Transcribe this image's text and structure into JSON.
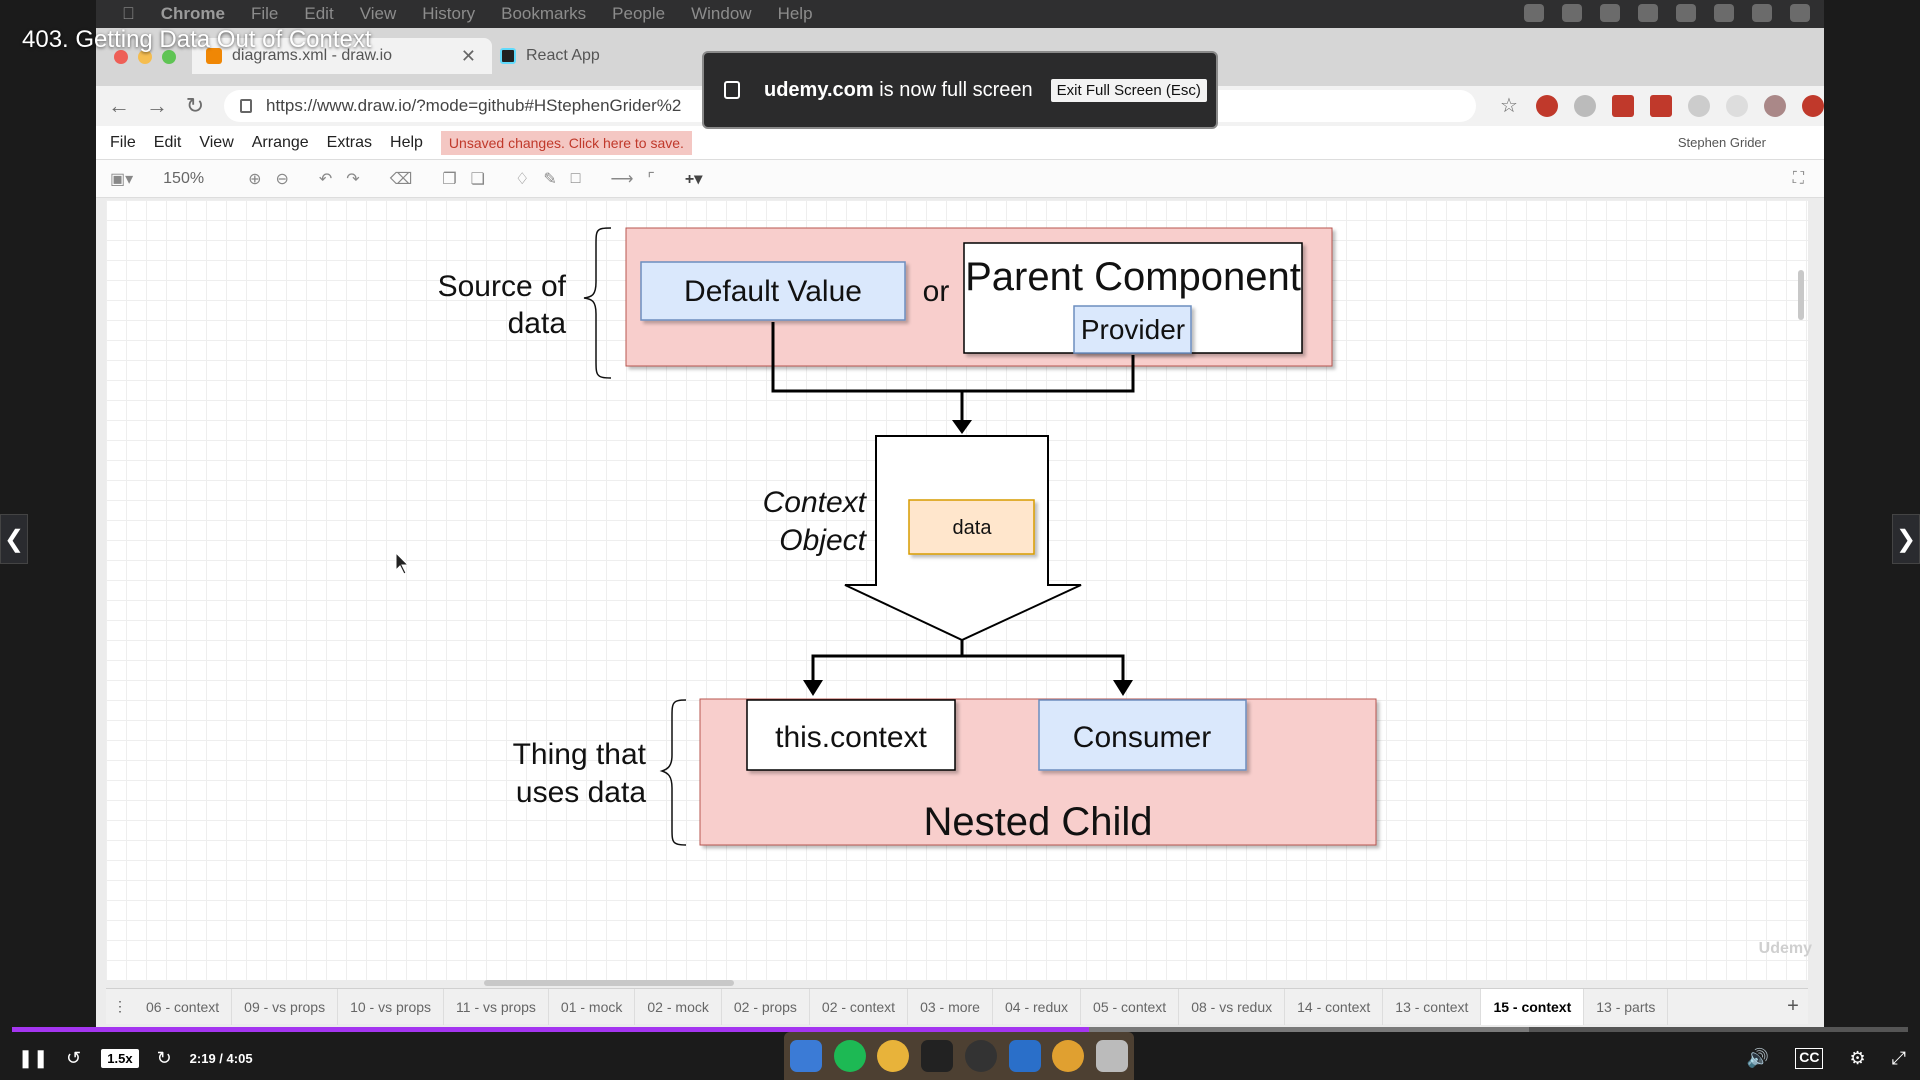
{
  "player": {
    "lecture_title": "403. Getting Data Out of Context",
    "speed": "1.5x",
    "time": "2:19 / 4:05",
    "progress_fraction": 0.568,
    "buffered_fraction": 0.8,
    "accent_color": "#a435f0"
  },
  "mac_menu": {
    "items": [
      "Chrome",
      "File",
      "Edit",
      "View",
      "History",
      "Bookmarks",
      "People",
      "Window",
      "Help"
    ]
  },
  "browser": {
    "tabs": [
      {
        "title": "diagrams.xml - draw.io",
        "active": true
      },
      {
        "title": "React App",
        "active": false
      }
    ],
    "url": "https://www.draw.io/?mode=github#HStephenGrider%2"
  },
  "fullscreen_notice": {
    "domain": "udemy.com",
    "message": "is now full screen",
    "exit_label": "Exit Full Screen (Esc)"
  },
  "drawio": {
    "menu": [
      "File",
      "Edit",
      "View",
      "Arrange",
      "Extras",
      "Help"
    ],
    "unsaved": "Unsaved changes. Click here to save.",
    "user": "Stephen Grider",
    "zoom": "150%",
    "page_tabs": [
      "06 - context",
      "09 - vs props",
      "10 - vs props",
      "11 - vs props",
      "01 - mock",
      "02 - mock",
      "02 - props",
      "02 - context",
      "03 - more",
      "04 - redux",
      "05 - context",
      "08 - vs redux",
      "14 - context",
      "13 - context",
      "15 - context",
      "13 - parts"
    ],
    "active_page": "15 - context",
    "watermark": "Udemy"
  },
  "diagram": {
    "source_label_1": "Source of",
    "source_label_2": "data",
    "default_value": "Default Value",
    "or": "or",
    "parent_component": "Parent Component",
    "provider": "Provider",
    "context_label_1": "Context",
    "context_label_2": "Object",
    "data": "data",
    "consumer_label_1": "Thing that",
    "consumer_label_2": "uses data",
    "this_context": "this.context",
    "consumer": "Consumer",
    "nested_child": "Nested Child",
    "colors": {
      "pink_fill": "#f8cecc",
      "blue_fill": "#dae8fc",
      "orange_fill": "#ffe6cc",
      "orange_stroke": "#d79b00"
    }
  }
}
